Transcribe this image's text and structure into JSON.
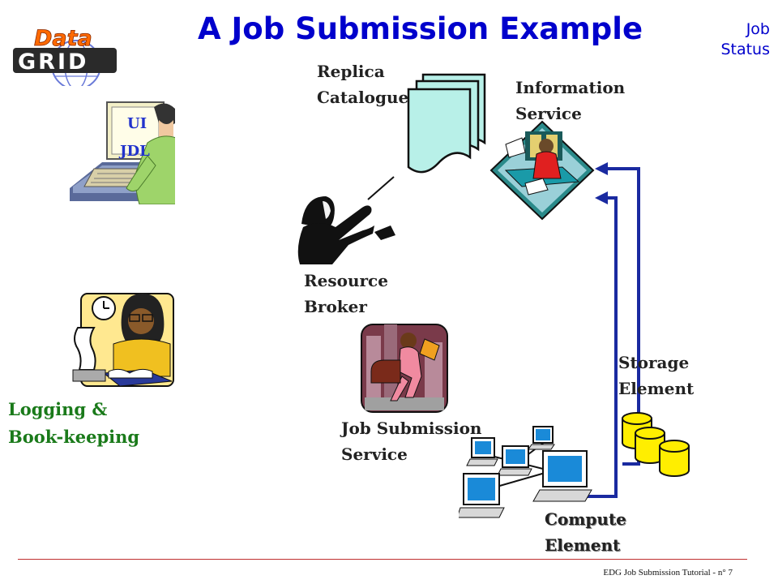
{
  "header": {
    "title": "A Job Submission Example",
    "status_label": "Job Status"
  },
  "logo": {
    "top_text": "Data",
    "bottom_text": "GRID"
  },
  "nodes": {
    "ui": {
      "ui_label": "UI",
      "jdl_label": "JDL"
    },
    "replica": {
      "label_line1": "Replica",
      "label_line2": "Catalogue"
    },
    "info": {
      "label_line1": "Information",
      "label_line2": "Service"
    },
    "broker": {
      "label_line1": "Resource",
      "label_line2": "Broker"
    },
    "logging": {
      "label_line1": "Logging &",
      "label_line2": "Book-keeping"
    },
    "jss": {
      "label_line1": "Job Submission",
      "label_line2": "Service"
    },
    "storage": {
      "label_line1": "Storage",
      "label_line2": "Element"
    },
    "compute": {
      "label_line1": "Compute",
      "label_line2": "Element"
    }
  },
  "footer": {
    "text": "EDG Job Submission Tutorial - n° 7"
  },
  "colors": {
    "title": "#0000cc",
    "arrow": "#1a2aa0",
    "logging_label": "#1a7a1a",
    "storage": "#ffee00"
  }
}
